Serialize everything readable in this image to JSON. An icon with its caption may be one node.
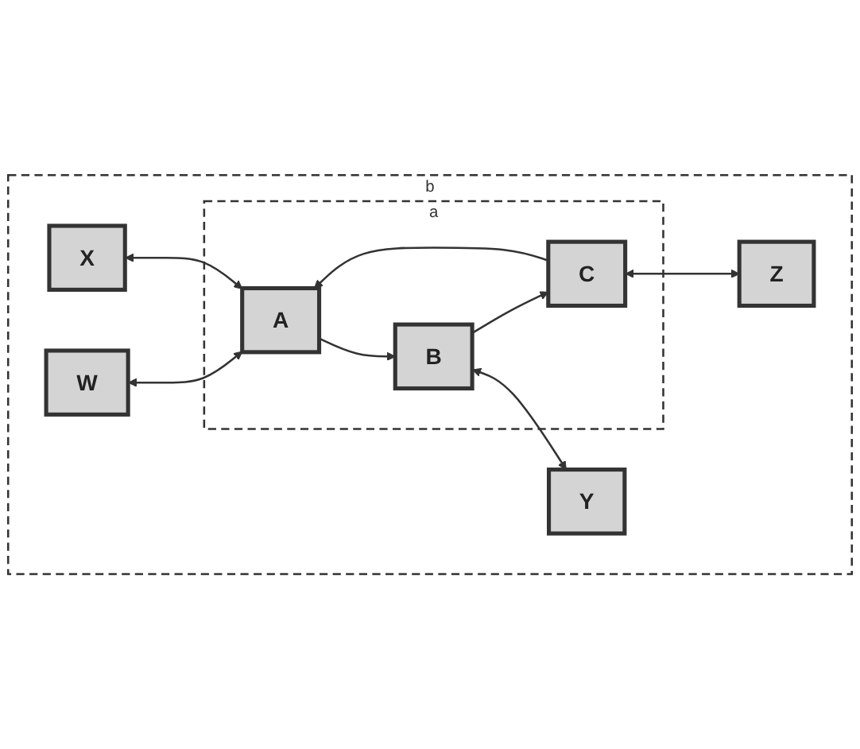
{
  "diagram": {
    "nodes": [
      {
        "text": [
          "b"
        ]
      },
      {
        "text": [
          "W"
        ],
        "in": 0
      },
      {
        "text": [
          "X"
        ],
        "in": 0
      },
      {
        "text": [
          "a"
        ],
        "in": 0
      },
      {
        "text": [
          "A"
        ],
        "in": 3
      },
      {
        "text": [
          "C"
        ],
        "in": 3
      },
      {
        "text": [
          "B"
        ],
        "in": 3
      },
      {
        "text": [
          "Z"
        ],
        "in": 0
      },
      {
        "text": [
          "Y"
        ],
        "in": 0
      }
    ],
    "edges": [
      {
        "from": 1,
        "to": 4,
        "arrow": "both"
      },
      {
        "from": 2,
        "to": 4,
        "arrow": "both"
      },
      {
        "from": 5,
        "to": 4,
        "arrow": "to"
      },
      {
        "from": 4,
        "to": 6,
        "arrow": "to"
      },
      {
        "from": 6,
        "to": 5,
        "arrow": "to"
      },
      {
        "from": 5,
        "to": 7,
        "arrow": "both"
      },
      {
        "from": 6,
        "to": 8,
        "arrow": "both"
      }
    ]
  }
}
